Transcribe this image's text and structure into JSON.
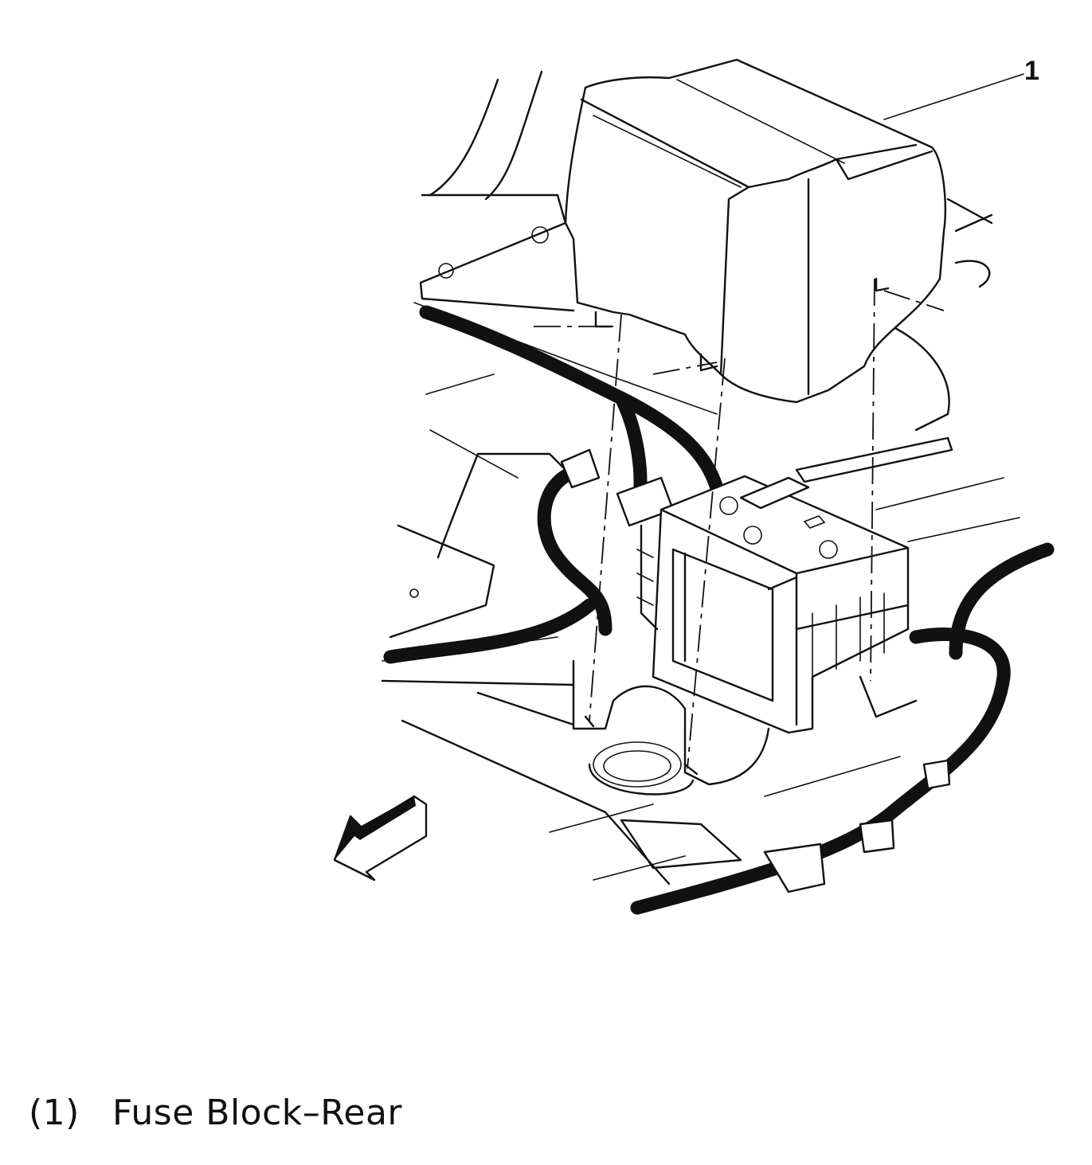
{
  "diagram": {
    "callouts": [
      {
        "number": "1"
      }
    ],
    "legend": [
      {
        "number": "(1)",
        "label": "Fuse Block–Rear"
      }
    ],
    "icons": [
      "front-direction-arrow-icon"
    ]
  }
}
